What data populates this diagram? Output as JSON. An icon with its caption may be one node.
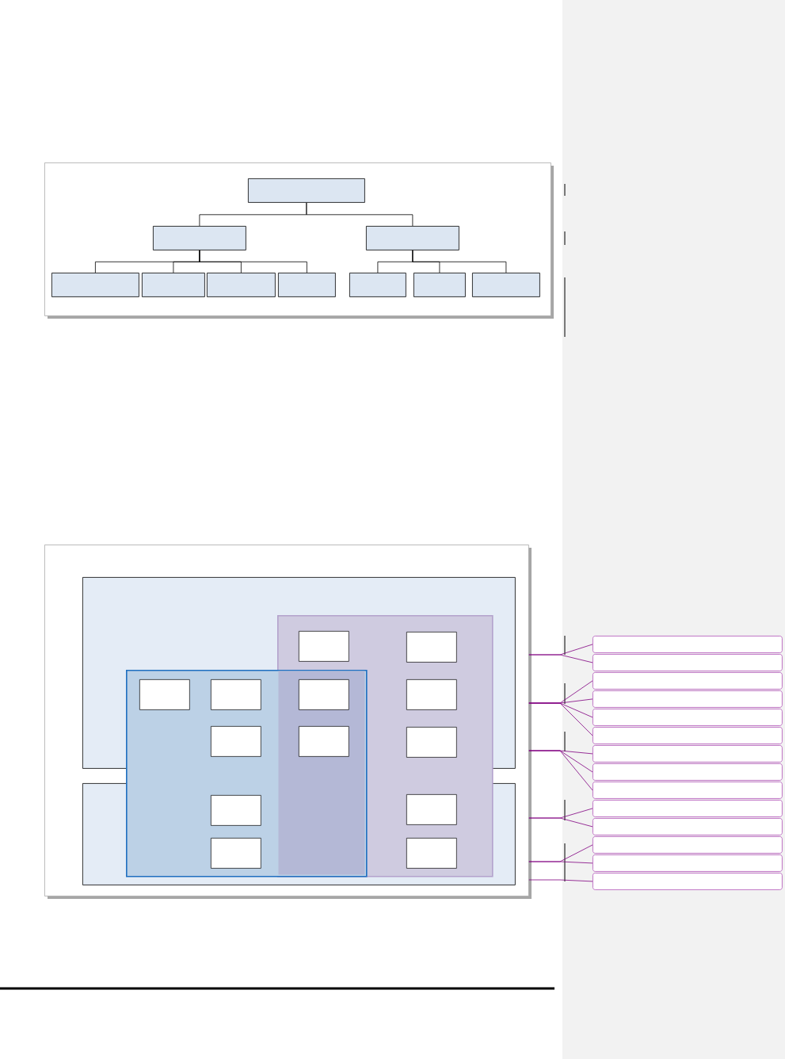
{
  "diagram": {
    "nodes": [
      {
        "text": [],
        "shape": "box"
      },
      {
        "text": [],
        "shape": "box",
        "in": 0
      },
      {
        "text": [],
        "shape": "box",
        "in": 0
      },
      {
        "text": [],
        "shape": "box",
        "in": 0
      },
      {
        "text": [],
        "shape": "box",
        "in": 0
      },
      {
        "text": [],
        "shape": "box",
        "in": 0
      },
      {
        "text": [],
        "shape": "box",
        "in": 0
      },
      {
        "text": [],
        "shape": "box",
        "in": 0
      },
      {
        "text": [],
        "shape": "box",
        "in": 0
      },
      {
        "text": [],
        "shape": "box",
        "in": 0
      },
      {
        "text": [],
        "shape": "box",
        "in": 0
      },
      {
        "text": [],
        "shape": "box"
      },
      {
        "text": [],
        "shape": "box",
        "in": 11
      },
      {
        "text": [],
        "shape": "box",
        "in": 11
      },
      {
        "text": [],
        "shape": "box",
        "in": 11
      },
      {
        "text": [],
        "shape": "box",
        "in": 11
      },
      {
        "text": [],
        "shape": "box"
      },
      {
        "text": [],
        "shape": "box"
      },
      {
        "text": [],
        "shape": "box"
      },
      {
        "text": [],
        "shape": "box"
      },
      {
        "text": [],
        "shape": "box"
      },
      {
        "text": [],
        "shape": "box"
      },
      {
        "text": [],
        "shape": "box"
      },
      {
        "text": [],
        "shape": "box"
      },
      {
        "text": [],
        "shape": "box"
      },
      {
        "text": [],
        "shape": "box"
      },
      {
        "text": [],
        "shape": "box"
      },
      {
        "text": [],
        "shape": "box"
      },
      {
        "text": [],
        "shape": "box"
      },
      {
        "text": [],
        "shape": "box"
      },
      {
        "text": [],
        "shape": "box"
      },
      {
        "text": [],
        "shape": "box"
      },
      {
        "text": [],
        "shape": "box"
      },
      {
        "text": [],
        "shape": "box"
      },
      {
        "text": [],
        "shape": "box"
      },
      {
        "text": [],
        "shape": "box"
      },
      {
        "text": [],
        "shape": "box"
      },
      {
        "text": [],
        "shape": "box"
      },
      {
        "text": [],
        "shape": "box"
      },
      {
        "text": [],
        "shape": "box"
      },
      {
        "text": [],
        "shape": "box"
      },
      {
        "text": [],
        "shape": "box"
      },
      {
        "text": [],
        "shape": "box"
      }
    ],
    "edges": [
      {
        "from": 1,
        "to": 2,
        "arrow": "none",
        "color": "#000000"
      },
      {
        "from": 1,
        "to": 3,
        "arrow": "none",
        "color": "#000000"
      },
      {
        "from": 2,
        "to": 4,
        "arrow": "none",
        "color": "#000000"
      },
      {
        "from": 2,
        "to": 5,
        "arrow": "none",
        "color": "#000000"
      },
      {
        "from": 2,
        "to": 6,
        "arrow": "none",
        "color": "#000000"
      },
      {
        "from": 2,
        "to": 7,
        "arrow": "none",
        "color": "#000000"
      },
      {
        "from": 3,
        "to": 8,
        "arrow": "none",
        "color": "#000000"
      },
      {
        "from": 3,
        "to": 9,
        "arrow": "none",
        "color": "#000000"
      },
      {
        "from": 3,
        "to": 10,
        "arrow": "none",
        "color": "#000000"
      },
      {
        "from": 11,
        "to": 29,
        "arrow": "none"
      },
      {
        "from": 11,
        "to": 30,
        "arrow": "none"
      },
      {
        "from": 11,
        "to": 31,
        "arrow": "none"
      },
      {
        "from": 11,
        "to": 32,
        "arrow": "none"
      },
      {
        "from": 11,
        "to": 33,
        "arrow": "none"
      },
      {
        "from": 11,
        "to": 34,
        "arrow": "none"
      },
      {
        "from": 11,
        "to": 35,
        "arrow": "none"
      },
      {
        "from": 11,
        "to": 36,
        "arrow": "none"
      },
      {
        "from": 11,
        "to": 37,
        "arrow": "none"
      },
      {
        "from": 11,
        "to": 38,
        "arrow": "none"
      },
      {
        "from": 11,
        "to": 39,
        "arrow": "none"
      },
      {
        "from": 11,
        "to": 40,
        "arrow": "none"
      },
      {
        "from": 11,
        "to": 41,
        "arrow": "none"
      },
      {
        "from": 11,
        "to": 42,
        "arrow": "none"
      }
    ]
  }
}
